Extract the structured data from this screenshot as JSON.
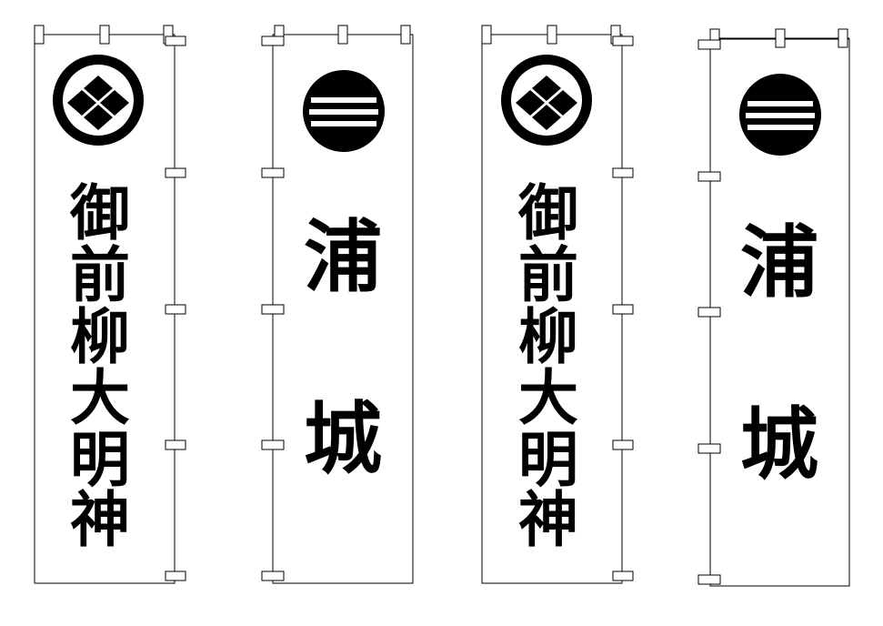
{
  "colors": {
    "ink": "#000000",
    "paper": "#ffffff",
    "stroke": "#000000"
  },
  "banners": [
    {
      "crest": "diamond-crest-icon",
      "characters": [
        "御",
        "前",
        "柳",
        "大",
        "明",
        "神"
      ]
    },
    {
      "crest": "stripes-crest-icon",
      "characters": [
        "浦",
        "城"
      ]
    },
    {
      "crest": "diamond-crest-icon",
      "characters": [
        "御",
        "前",
        "柳",
        "大",
        "明",
        "神"
      ]
    },
    {
      "crest": "stripes-crest-icon",
      "characters": [
        "浦",
        "城"
      ]
    }
  ]
}
